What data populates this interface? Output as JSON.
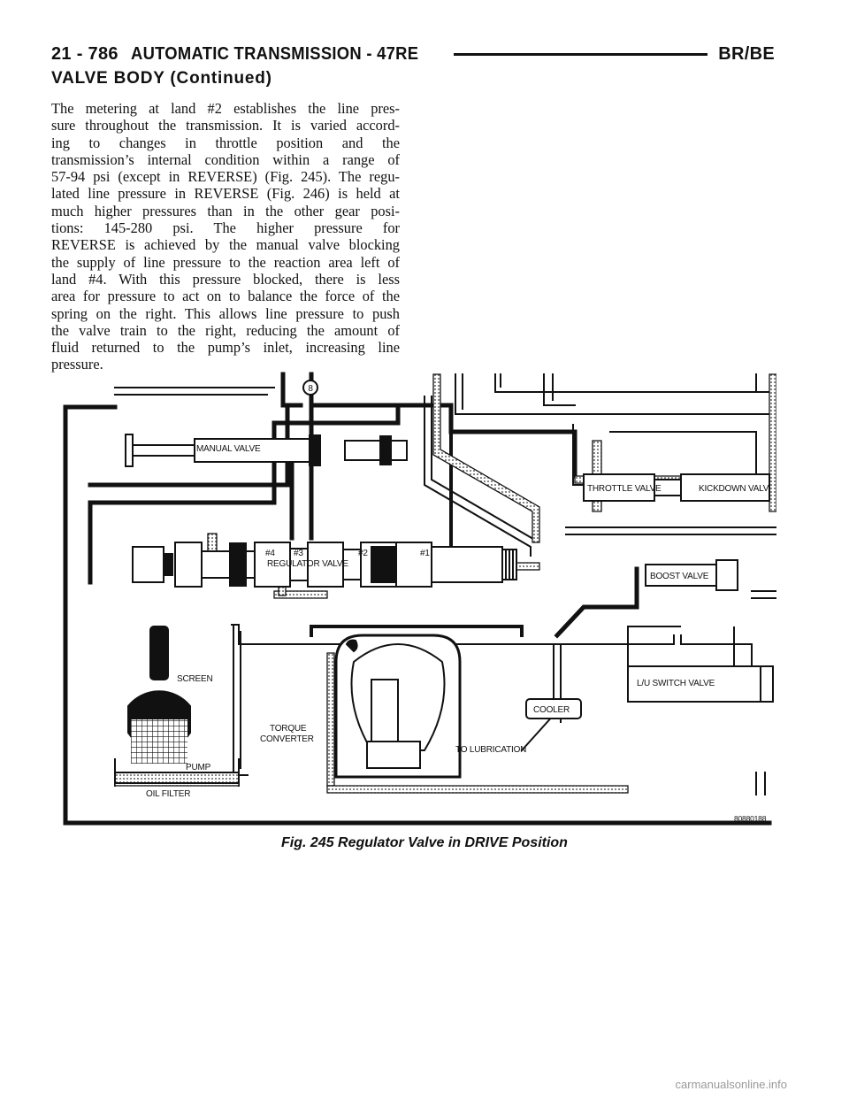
{
  "header": {
    "page_number": "21 - 786",
    "chapter": "AUTOMATIC TRANSMISSION - 47RE",
    "model": "BR/BE"
  },
  "section_title": "VALVE BODY (Continued)",
  "body_lines": [
    "The metering at land #2 establishes the line pres-",
    "sure throughout the transmission. It is varied accord-",
    "ing to changes in throttle position and the",
    "transmission’s internal condition within a range of",
    "57-94 psi (except in REVERSE) (Fig. 245). The regu-",
    "lated line pressure in REVERSE (Fig. 246) is held at",
    "much higher pressures than in the other gear posi-",
    "tions: 145-280 psi. The higher pressure for",
    "REVERSE is achieved by the manual valve blocking",
    "the supply of line pressure to the reaction area left of",
    "land #4. With this pressure blocked, there is less",
    "area for pressure to act on to balance the force of the",
    "spring on the right. This allows line pressure to push",
    "the valve train to the right, reducing the amount of",
    "fluid returned to the pump’s inlet, increasing line",
    "pressure."
  ],
  "figure": {
    "labels": {
      "manual_valve": "MANUAL VALVE",
      "throttle_valve": "THROTTLE VALVE",
      "kickdown_valve": "KICKDOWN VALV",
      "land_4": "#4",
      "land_3": "#3",
      "land_2": "#2",
      "land_1": "#1",
      "regulator_valve": "REGULATOR VALVE",
      "boost_valve": "BOOST VALVE",
      "screen": "SCREEN",
      "lu_switch_valve": "L/U SWITCH VALVE",
      "cooler": "COOLER",
      "torque_converter_1": "TORQUE",
      "torque_converter_2": "CONVERTER",
      "to_lubrication": "TO LUBRICATION",
      "pump": "PUMP",
      "oil_filter": "OIL FILTER",
      "callout_8": "8",
      "figure_id": "80880188"
    },
    "caption": "Fig. 245 Regulator Valve in DRIVE Position"
  },
  "watermark": "carmanualsonline.info"
}
